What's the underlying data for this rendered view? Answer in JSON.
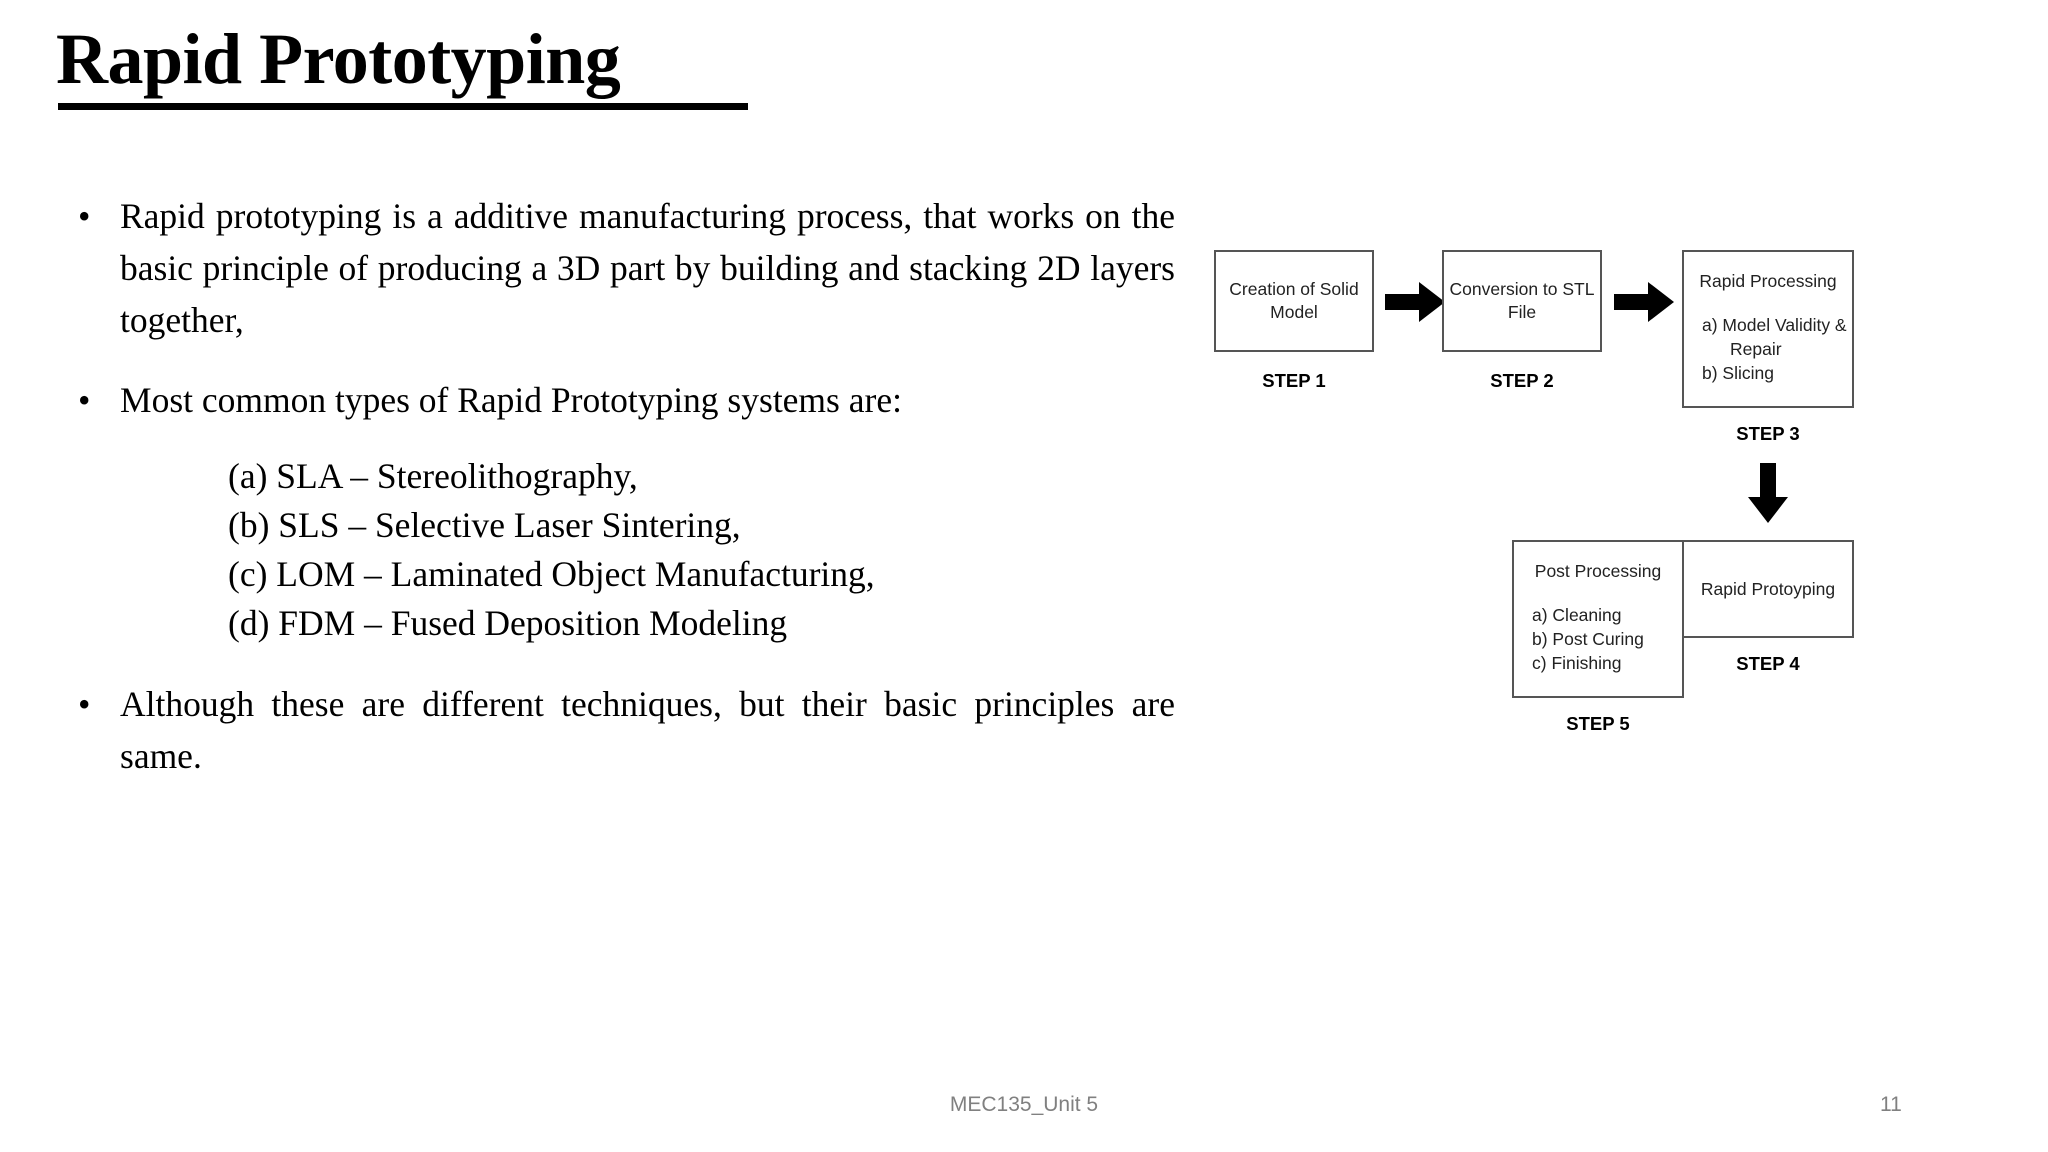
{
  "slide": {
    "title": "Rapid Prototyping",
    "page_background": "#ffffff",
    "text_color": "#000000"
  },
  "body": {
    "bullet_glyph": "•",
    "bullets": [
      {
        "id": "bullet-definition",
        "text": "Rapid prototyping is a additive manufacturing process, that works on the basic principle of producing a 3D part by building and stacking 2D layers together,"
      },
      {
        "id": "bullet-types-intro",
        "text": "Most common types of Rapid Prototyping systems are:"
      },
      {
        "id": "bullet-conclusion",
        "text": "Although these are different techniques, but their basic principles are same."
      }
    ],
    "sublist": [
      "(a) SLA – Stereolithography,",
      "(b) SLS – Selective Laser Sintering,",
      "(c) LOM – Laminated Object Manufacturing,",
      "(d) FDM – Fused Deposition Modeling"
    ]
  },
  "diagram": {
    "border_color": "#555555",
    "arrow_color": "#000000",
    "steps": [
      {
        "key": "step1",
        "box_title": "Creation of Solid Model",
        "sub_items": [],
        "step_label": "STEP 1"
      },
      {
        "key": "step2",
        "box_title": "Conversion to STL File",
        "sub_items": [],
        "step_label": "STEP 2"
      },
      {
        "key": "step3",
        "box_title": "Rapid Processing",
        "sub_items": [
          "a) Model Validity &",
          "Repair",
          "b) Slicing"
        ],
        "step_label": "STEP 3"
      },
      {
        "key": "step4",
        "box_title": "Rapid Protoyping",
        "sub_items": [],
        "step_label": "STEP 4"
      },
      {
        "key": "step5",
        "box_title": "Post Processing",
        "sub_items": [
          "a) Cleaning",
          "b) Post Curing",
          "c) Finishing"
        ],
        "step_label": "STEP 5"
      }
    ],
    "arrows": [
      {
        "key": "arrow-1-to-2",
        "direction": "right"
      },
      {
        "key": "arrow-2-to-3",
        "direction": "right"
      },
      {
        "key": "arrow-3-to-4",
        "direction": "down"
      },
      {
        "key": "arrow-4-to-5",
        "direction": "left"
      }
    ]
  },
  "footer": {
    "course_code": "MEC135_Unit 5",
    "page_number": "11",
    "color": "#808080"
  }
}
